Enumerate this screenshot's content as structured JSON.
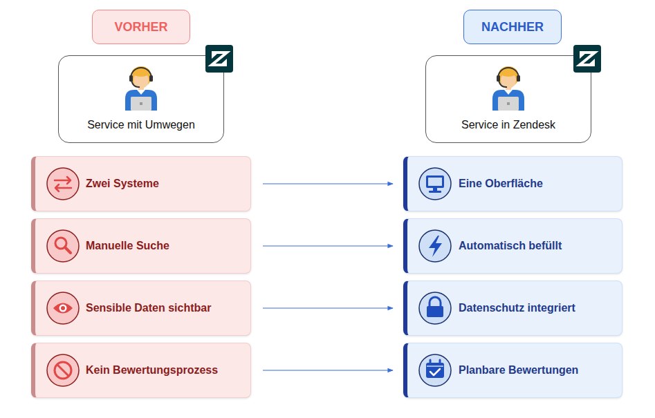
{
  "diagram": {
    "nodes": [
      {
        "text": [
          "VORHER"
        ]
      },
      {
        "text": [
          "NACHHER"
        ]
      },
      {
        "text": [
          "Service mit Umwegen"
        ]
      },
      {
        "text": [
          "Service in Zendesk"
        ]
      },
      {
        "text": [
          "Zwei Systeme"
        ]
      },
      {
        "text": [
          "Eine Oberfläche"
        ]
      },
      {
        "text": [
          "Manuelle Suche"
        ]
      },
      {
        "text": [
          "Automatisch befüllt"
        ]
      },
      {
        "text": [
          "Sensible Daten sichtbar"
        ]
      },
      {
        "text": [
          "Datenschutz integriert"
        ]
      },
      {
        "text": [
          "Kein Bewertungsprozess"
        ]
      },
      {
        "text": [
          "Planbare Bewertungen"
        ]
      }
    ],
    "edges": [
      {
        "from": 4,
        "to": 5,
        "arrow": "to"
      },
      {
        "from": 6,
        "to": 7,
        "arrow": "to"
      },
      {
        "from": 8,
        "to": 9,
        "arrow": "to"
      },
      {
        "from": 10,
        "to": 11,
        "arrow": "to"
      }
    ]
  }
}
